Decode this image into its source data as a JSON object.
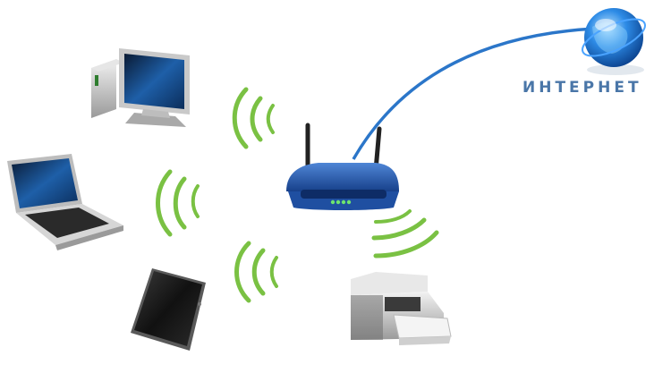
{
  "internet": {
    "label": "ИНТЕРНЕТ"
  },
  "colors": {
    "cable": "#2b76c9",
    "wave": "#7ac143",
    "router": "#2a5fb0",
    "globe": "#1a78d8",
    "leds": "#6ee46e"
  },
  "devices": [
    "desktop-computer",
    "laptop",
    "tablet",
    "printer",
    "wireless-router",
    "internet-globe"
  ]
}
